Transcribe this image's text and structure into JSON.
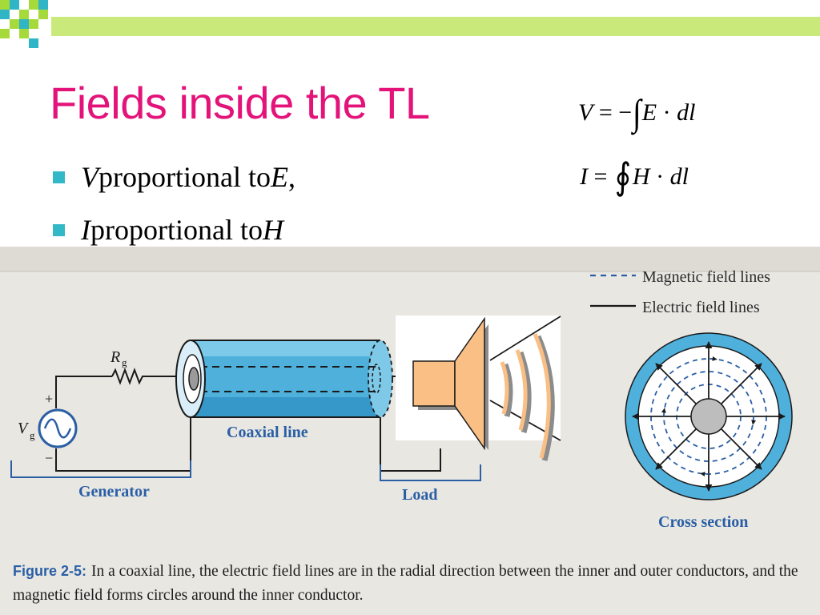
{
  "slide": {
    "title": "Fields inside the TL",
    "bullets": [
      {
        "lead": "V",
        "middle": " proportional to ",
        "tail": "E",
        "punct": ","
      },
      {
        "lead": "I",
        "middle": " proportional to ",
        "tail": "H",
        "punct": ""
      }
    ],
    "equations": {
      "voltage": {
        "lhs": "V",
        "rel": " = −",
        "integrand_a": "E",
        "dot": " · ",
        "integrand_b": "dl"
      },
      "current": {
        "lhs": "I",
        "rel": " = ",
        "integrand_a": "H",
        "dot": " · ",
        "integrand_b": "dl"
      }
    }
  },
  "figure": {
    "legend": {
      "magnetic": "Magnetic field lines",
      "electric": "Electric field lines"
    },
    "labels": {
      "resistor": "R",
      "resistor_sub": "g",
      "source": "V",
      "source_sub": "g",
      "plus": "+",
      "minus": "−",
      "coaxial": "Coaxial line",
      "generator": "Generator",
      "load": "Load",
      "cross_section": "Cross section"
    },
    "caption": {
      "label": "Figure 2-5:",
      "text": "In a coaxial line, the electric field lines are in the radial direction between the inner and outer conductors, and the magnetic field forms circles around the inner conductor."
    }
  },
  "colors": {
    "title": "#e4137a",
    "bullet": "#33b8c8",
    "deco_green": "#a6d93a",
    "deco_cyan": "#2fb5c6",
    "figure_blue": "#2a5fa5",
    "coax_fill": "#4fb0dc",
    "speaker": "#f9bf84"
  }
}
